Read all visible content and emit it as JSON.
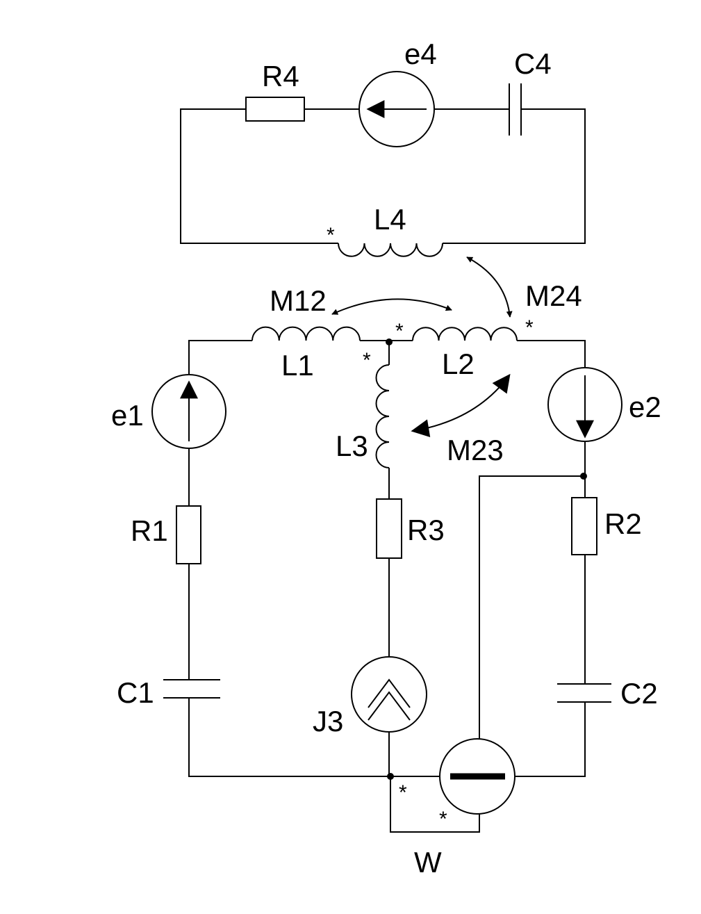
{
  "diagram": {
    "title": "",
    "labels": {
      "R4": "R4",
      "e4": "e4",
      "C4": "C4",
      "L4": "L4",
      "M12": "M12",
      "M24": "M24",
      "M23": "M23",
      "L1": "L1",
      "L2": "L2",
      "L3": "L3",
      "e1": "e1",
      "e2": "e2",
      "R1": "R1",
      "R2": "R2",
      "R3": "R3",
      "C1": "C1",
      "C2": "C2",
      "J3": "J3",
      "W": "W"
    },
    "polarity_mark": "*"
  }
}
